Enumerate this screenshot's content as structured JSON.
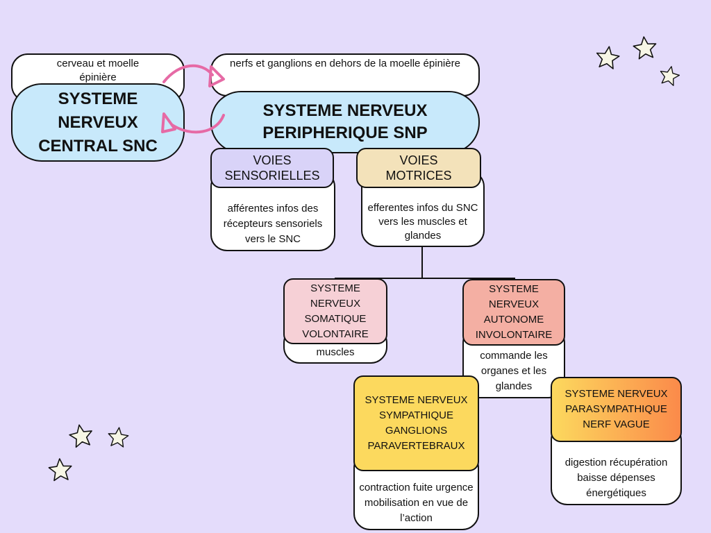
{
  "snc": {
    "note": "cerveau et moelle épinière",
    "title": "SYSTEME NERVEUX CENTRAL SNC",
    "color": "#c8e9fb"
  },
  "snp": {
    "note": "nerfs et ganglions en dehors de la moelle épinière",
    "title": "SYSTEME NERVEUX PERIPHERIQUE SNP",
    "color": "#c8e9fb"
  },
  "voies_sensorielles": {
    "title": "VOIES SENSORIELLES",
    "desc": "afférentes infos des récepteurs sensoriels vers le SNC",
    "color": "#d9d3f8"
  },
  "voies_motrices": {
    "title": "VOIES MOTRICES",
    "desc": "efferentes infos du SNC vers les muscles et glandes",
    "color": "#f3e2ba"
  },
  "somatique": {
    "title": "SYSTEME NERVEUX SOMATIQUE VOLONTAIRE",
    "desc": "muscles",
    "color": "#f6d0d6"
  },
  "autonome": {
    "title": "SYSTEME NERVEUX AUTONOME INVOLONTAIRE",
    "desc": "commande les organes et les glandes",
    "color": "#f4afa3"
  },
  "sympathique": {
    "title": "SYSTEME NERVEUX SYMPATHIQUE GANGLIONS PARAVERTEBRAUX",
    "desc": "contraction fuite urgence mobilisation en vue de l’action",
    "color": "#fcd95e"
  },
  "parasympathique": {
    "title": "SYSTEME NERVEUX PARASYMPATHIQUE NERF VAGUE",
    "desc": "digestion récupération baisse dépenses énergétiques",
    "color_start": "#fcd95e",
    "color_end": "#fb8a4a"
  },
  "colors": {
    "background": "#e4dcfb",
    "arrow": "#e66aa5",
    "star_fill": "#f7f6e6"
  }
}
